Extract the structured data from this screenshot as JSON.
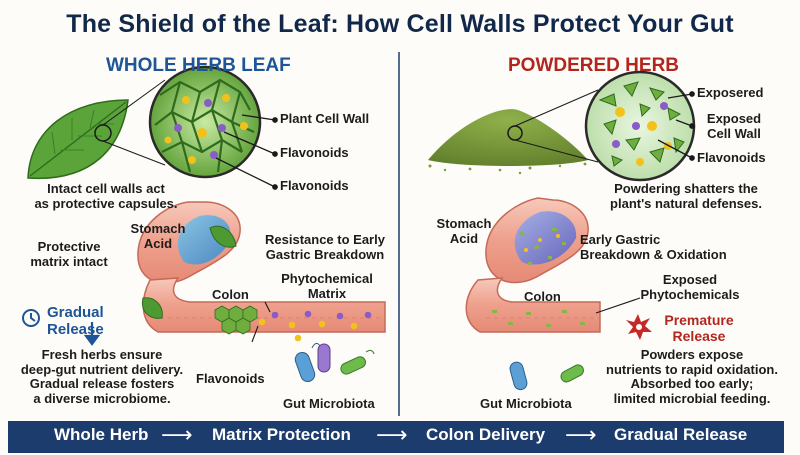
{
  "title": "The Shield of the Leaf: How Cell Walls Protect Your Gut",
  "left": {
    "heading": "WHOLE HERB LEAF",
    "heading_color": "#1d5596",
    "callouts": [
      "Plant Cell Wall",
      "Flavonoids",
      "Flavonoids"
    ],
    "caption": [
      "Intact cell walls act",
      "as protective capsules."
    ],
    "stomach_label": [
      "Stomach",
      "Acid"
    ],
    "matrix_label": [
      "Protective",
      "matrix intact"
    ],
    "resistance_label": [
      "Resistance to Early",
      "Gastric Breakdown"
    ],
    "phyto_label": [
      "Phytochemical",
      "Matrix"
    ],
    "colon_label": "Colon",
    "release_label": [
      "Gradual",
      "Release"
    ],
    "release_color": "#1d5596",
    "release_icon": "clock-icon",
    "flavonoids_label": "Flavonoids",
    "microbiota_label": "Gut Microbiota",
    "summary": [
      "Fresh herbs ensure",
      "deep-gut nutrient delivery.",
      "Gradual release fosters",
      "a diverse microbiome."
    ]
  },
  "right": {
    "heading": "POWDERED HERB",
    "heading_color": "#b3261e",
    "callouts": [
      "Exposered",
      "Exposed",
      "Cell Wall",
      "Flavonoids"
    ],
    "caption": [
      "Powdering shatters the",
      "plant's natural defenses."
    ],
    "stomach_label": [
      "Stomach",
      "Acid"
    ],
    "oxidation_label": [
      "Early Gastric",
      "Breakdown & Oxidation"
    ],
    "phyto_label": [
      "Exposed",
      "Phytochemicals"
    ],
    "colon_label": "Colon",
    "release_label": [
      "Premature",
      "Release"
    ],
    "release_color": "#b3261e",
    "release_icon": "burst-icon",
    "microbiota_label": "Gut Microbiota",
    "summary": [
      "Powders expose",
      "nutrients to rapid oxidation.",
      "Absorbed too early;",
      "limited microbial feeding."
    ]
  },
  "footer": {
    "steps": [
      "Whole Herb",
      "Matrix Protection",
      "Colon Delivery",
      "Gradual Release"
    ],
    "arrow": "⟶",
    "bg_color": "#1d3c6e"
  }
}
